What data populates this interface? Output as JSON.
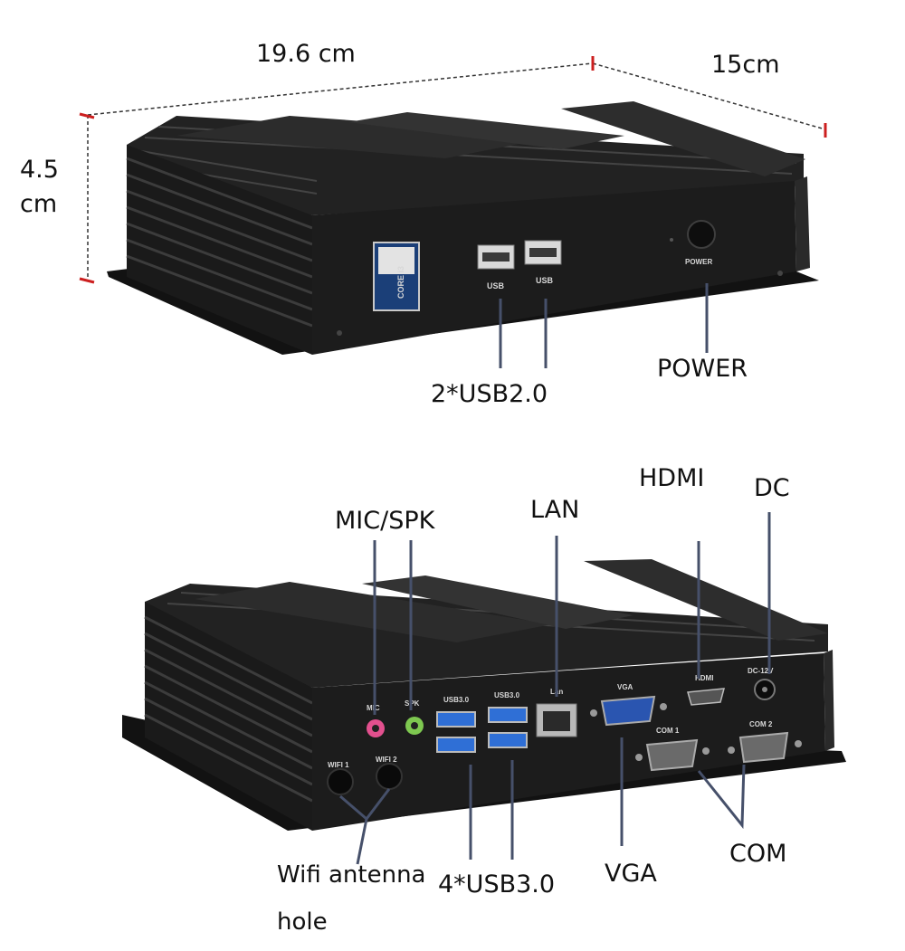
{
  "dimensions": {
    "length": "19.6 cm",
    "depth": "15cm",
    "height_value": "4.5",
    "height_unit": "cm"
  },
  "front": {
    "usb_left": "USB",
    "usb_right": "USB",
    "power_small": "POWER",
    "badge": "CORE i3",
    "label_usb": "2*USB2.0",
    "label_power": "POWER"
  },
  "rear": {
    "panel": {
      "mic": "MIC",
      "spk": "SPK",
      "usb3_a": "USB3.0",
      "usb3_b": "USB3.0",
      "lan": "Lan",
      "vga": "VGA",
      "hdmi": "HDMI",
      "dc": "DC-12V",
      "com1": "COM 1",
      "com2": "COM 2",
      "wifi1": "WIFI 1",
      "wifi2": "WIFI 2"
    },
    "callouts": {
      "mic_spk": "MIC/SPK",
      "lan": "LAN",
      "hdmi": "HDMI",
      "dc": "DC",
      "wifi_line1": "Wifi antenna",
      "wifi_line2": "hole",
      "usb3": "4*USB3.0",
      "vga": "VGA",
      "com": "COM"
    }
  },
  "colors": {
    "chassis": "#151515",
    "chassis_face": "#1c1c1c",
    "dimension_tick": "#cc1f1f",
    "callout_line": "#46506a",
    "usb3_blue": "#2f6fd6",
    "mic_pink": "#e2508e",
    "spk_green": "#7ec850"
  }
}
